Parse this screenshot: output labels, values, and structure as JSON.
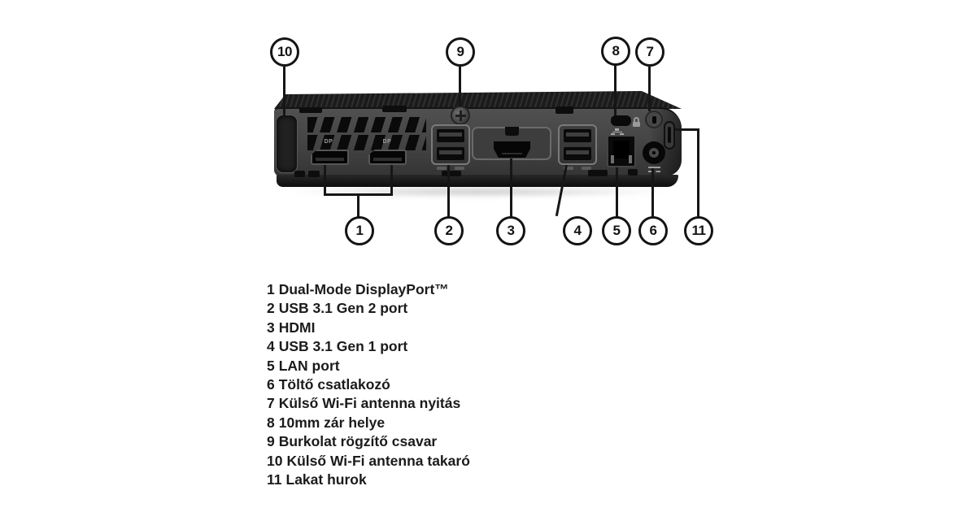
{
  "callouts": {
    "c1": "1",
    "c2": "2",
    "c3": "3",
    "c4": "4",
    "c5": "5",
    "c6": "6",
    "c7": "7",
    "c8": "8",
    "c9": "9",
    "c10": "10",
    "c11": "11"
  },
  "icons": {
    "dp_logo_text": "DP"
  },
  "colors": {
    "background": "#ffffff",
    "device_body": "#434343",
    "device_top": "#1b1b1b",
    "ports": "#0a0a0a",
    "line": "#161616",
    "legend_text": "#1b1b1d"
  },
  "legend": {
    "items": [
      {
        "num": "1",
        "label": "Dual-Mode DisplayPort™"
      },
      {
        "num": "2",
        "label": "USB 3.1 Gen 2 port"
      },
      {
        "num": "3",
        "label": "HDMI"
      },
      {
        "num": "4",
        "label": "USB 3.1 Gen 1 port"
      },
      {
        "num": "5",
        "label": "LAN port"
      },
      {
        "num": "6",
        "label": "Töltő csatlakozó"
      },
      {
        "num": "7",
        "label": "Külső Wi-Fi antenna nyitás"
      },
      {
        "num": "8",
        "label": "10mm zár helye"
      },
      {
        "num": "9",
        "label": "Burkolat rögzítő csavar"
      },
      {
        "num": "10",
        "label": "Külső Wi-Fi antenna takaró"
      },
      {
        "num": "11",
        "label": "Lakat hurok"
      }
    ]
  }
}
